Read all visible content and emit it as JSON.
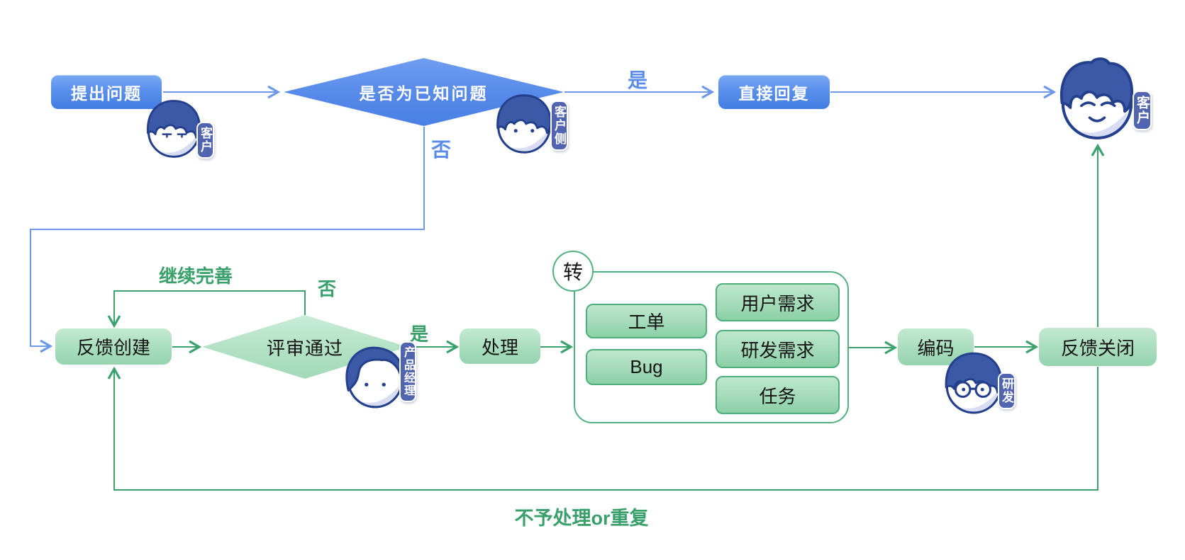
{
  "nodes": {
    "raise_issue": "提出问题",
    "known_issue": "是否为已知问题",
    "direct_reply": "直接回复",
    "feedback_create": "反馈创建",
    "review_pass": "评审通过",
    "handle": "处理",
    "transfer_badge": "转",
    "work_order": "工单",
    "bug": "Bug",
    "user_requirement": "用户需求",
    "dev_requirement": "研发需求",
    "task": "任务",
    "coding": "编码",
    "feedback_close": "反馈关闭"
  },
  "edge_labels": {
    "yes_blue": "是",
    "no_blue": "否",
    "continue_improve": "继续完善",
    "no_green": "否",
    "yes_green": "是",
    "reject": "不予处理or重复"
  },
  "roles": {
    "customer_start": "客户",
    "customer_side": "客户侧",
    "customer_end": "客户",
    "product_manager": "产品经理",
    "developer": "研发"
  },
  "colors": {
    "blue_node": "#4a80e5",
    "blue_line": "#6d99ea",
    "blue_label": "#5b8ce9",
    "green_line": "#3ba26e",
    "green_label": "#3aa06b",
    "green_node_fill": "#a9ddbe",
    "green_border": "#52b07e",
    "navy_outline": "#24408c"
  }
}
